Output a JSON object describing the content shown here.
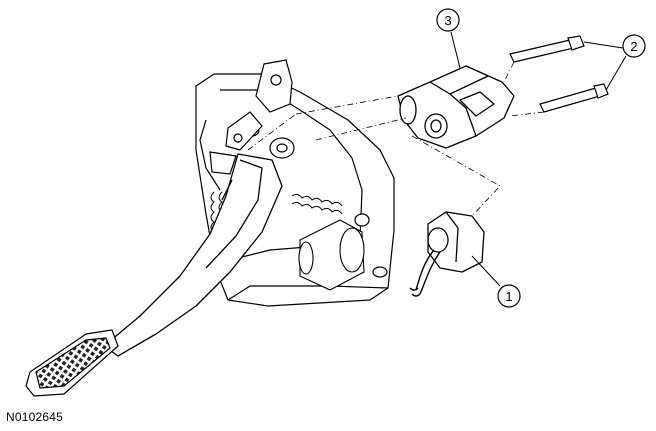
{
  "figure_id": "N0102645",
  "callouts": [
    {
      "label": "1",
      "target": "connector"
    },
    {
      "label": "2",
      "target": "bolts"
    },
    {
      "label": "3",
      "target": "sensor"
    }
  ],
  "colors": {
    "line": "#000000",
    "fill": "#ffffff",
    "shade": "#d8d8d8"
  }
}
